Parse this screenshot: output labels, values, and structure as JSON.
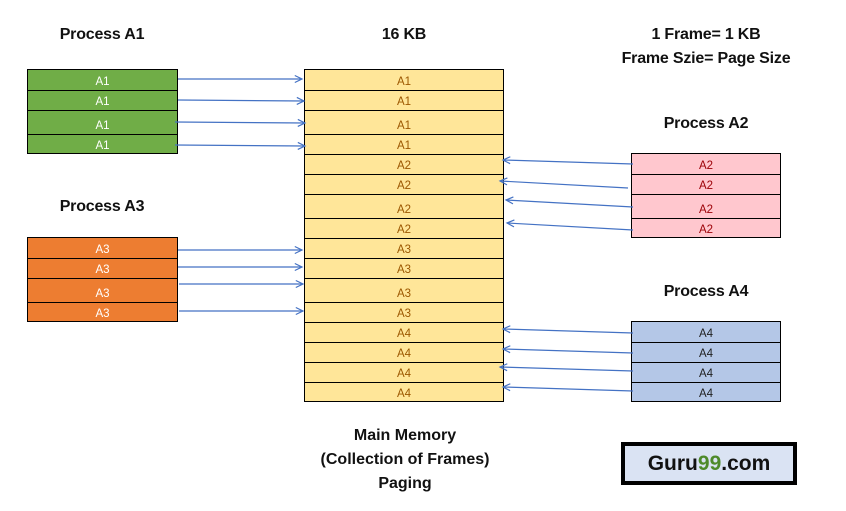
{
  "titles": {
    "process_a1": "Process A1",
    "process_a2": "Process A2",
    "process_a3": "Process A3",
    "process_a4": "Process A4",
    "memory_size": "16 KB",
    "frame_note_line1": "1 Frame= 1 KB",
    "frame_note_line2": "Frame Szie= Page Size"
  },
  "processes": {
    "a1": {
      "label": "A1",
      "pages": [
        "A1",
        "A1",
        "A1",
        "A1"
      ],
      "fill": "#70ad47",
      "text_color": "#ffffff"
    },
    "a2": {
      "label": "A2",
      "pages": [
        "A2",
        "A2",
        "A2",
        "A2"
      ],
      "fill": "#ffc7ce",
      "text_color": "#9c0006"
    },
    "a3": {
      "label": "A3",
      "pages": [
        "A3",
        "A3",
        "A3",
        "A3"
      ],
      "fill": "#ed7d31",
      "text_color": "#ffffff"
    },
    "a4": {
      "label": "A4",
      "pages": [
        "A4",
        "A4",
        "A4",
        "A4"
      ],
      "fill": "#b4c7e7",
      "text_color": "#1f1f1f"
    }
  },
  "memory": {
    "fill": "#ffe699",
    "text_color": "#9c5700",
    "frames": [
      "A1",
      "A1",
      "A1",
      "A1",
      "A2",
      "A2",
      "A2",
      "A2",
      "A3",
      "A3",
      "A3",
      "A3",
      "A4",
      "A4",
      "A4",
      "A4"
    ]
  },
  "mapping": [
    {
      "from": "A1",
      "to_frame": 1
    },
    {
      "from": "A1",
      "to_frame": 2
    },
    {
      "from": "A1",
      "to_frame": 3
    },
    {
      "from": "A1",
      "to_frame": 4
    },
    {
      "from": "A2",
      "to_frame": 5
    },
    {
      "from": "A2",
      "to_frame": 6
    },
    {
      "from": "A2",
      "to_frame": 7
    },
    {
      "from": "A2",
      "to_frame": 8
    },
    {
      "from": "A3",
      "to_frame": 9
    },
    {
      "from": "A3",
      "to_frame": 10
    },
    {
      "from": "A3",
      "to_frame": 11
    },
    {
      "from": "A3",
      "to_frame": 12
    },
    {
      "from": "A4",
      "to_frame": 13
    },
    {
      "from": "A4",
      "to_frame": 14
    },
    {
      "from": "A4",
      "to_frame": 15
    },
    {
      "from": "A4",
      "to_frame": 16
    }
  ],
  "arrow_color": "#4472c4",
  "caption": {
    "line1": "Main Memory",
    "line2": "(Collection of Frames)",
    "line3": "Paging"
  },
  "logo": {
    "prefix": "Guru",
    "accent": "99",
    "suffix": ".com",
    "accent_color": "#4e8a2a"
  }
}
